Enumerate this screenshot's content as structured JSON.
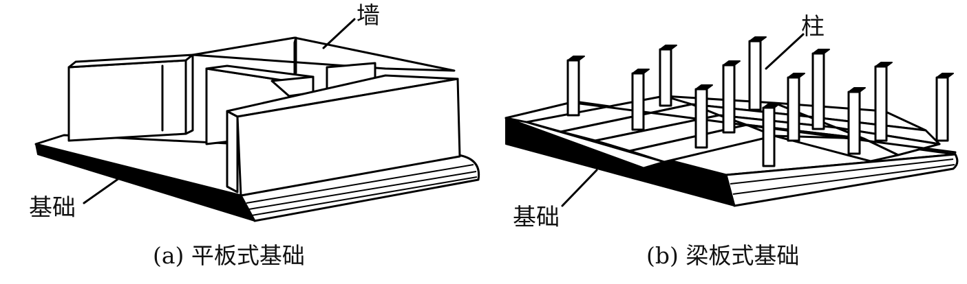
{
  "figures": [
    {
      "caption": "(a) 平板式基础",
      "labels": {
        "wall": "墙",
        "foundation": "基础"
      }
    },
    {
      "caption": "(b) 梁板式基础",
      "labels": {
        "column": "柱",
        "foundation": "基础"
      }
    }
  ]
}
